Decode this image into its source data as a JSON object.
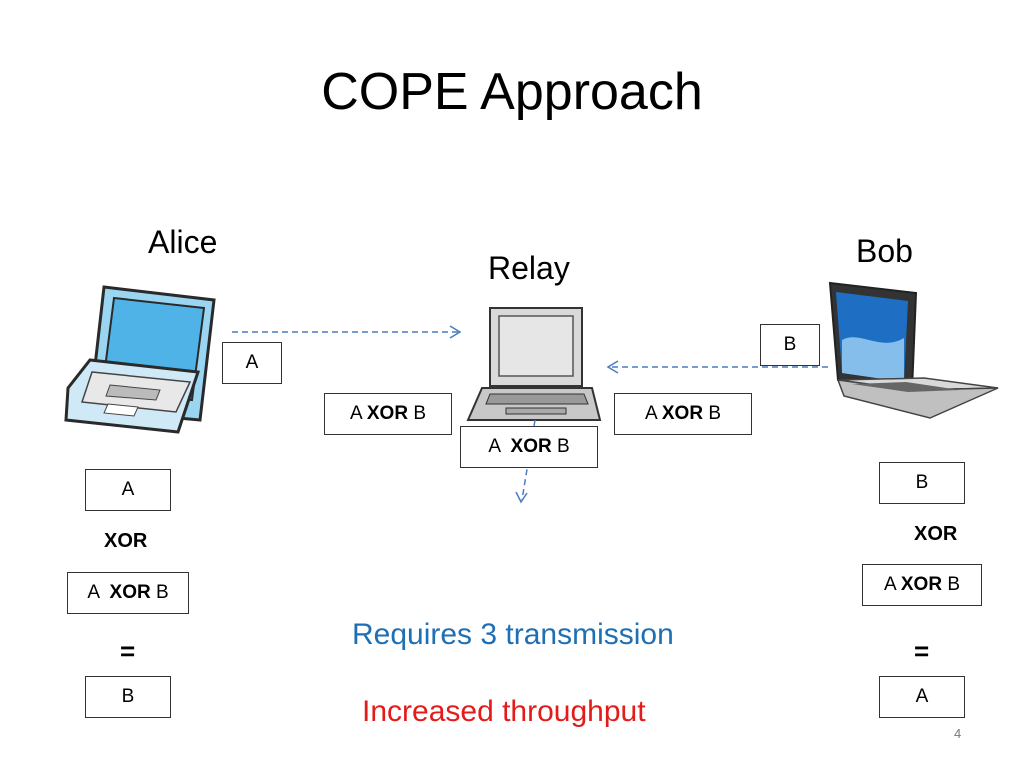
{
  "title": "COPE Approach",
  "nodes": {
    "alice": "Alice",
    "relay": "Relay",
    "bob": "Bob"
  },
  "packets": {
    "alice_send": "A",
    "bob_send": "B",
    "relay_left": {
      "a": "A ",
      "xor": "XOR",
      "b": " B"
    },
    "relay_right": {
      "a": "A ",
      "xor": "XOR",
      "b": " B"
    },
    "relay_broadcast": {
      "a": "A  ",
      "xor": "XOR",
      "b": " B"
    }
  },
  "alice_decode": {
    "own": "A",
    "op": "XOR",
    "received": {
      "a": "A  ",
      "xor": "XOR",
      "b": " B"
    },
    "eq": "=",
    "result": "B"
  },
  "bob_decode": {
    "own": "B",
    "op": "XOR",
    "received": {
      "a": "A ",
      "xor": "XOR",
      "b": " B"
    },
    "eq": "=",
    "result": "A"
  },
  "notes": {
    "transmissions": "Requires 3 transmission",
    "throughput": "Increased throughput"
  },
  "page_number": "4",
  "colors": {
    "arrow": "#4a7cc0",
    "blue_text": "#1f6fb4",
    "red_text": "#e31b1b"
  }
}
